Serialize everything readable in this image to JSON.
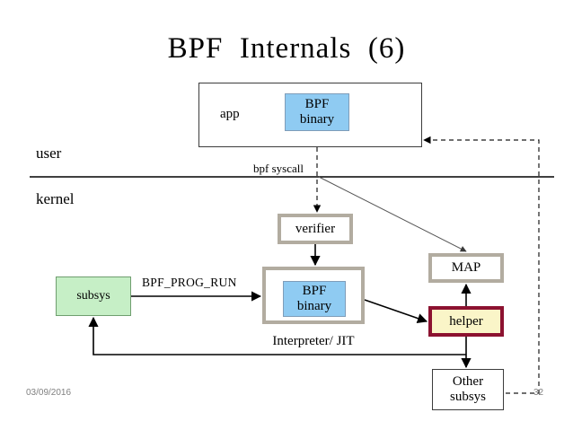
{
  "slide": {
    "title": "BPF  Internals  (6)",
    "footer_date": "03/09/2016",
    "page_number": "32"
  },
  "zones": {
    "user_label": "user",
    "kernel_label": "kernel"
  },
  "boxes": {
    "app": {
      "label": "app"
    },
    "app_bpf_binary": {
      "line1": "BPF",
      "line2": "binary",
      "fill": "#8fcbf2"
    },
    "verifier": {
      "label": "verifier",
      "border": "#b2aca0"
    },
    "interpreter_jit": {
      "caption": "Interpreter/ JIT",
      "border": "#b2aca0"
    },
    "jit_bpf_binary": {
      "line1": "BPF",
      "line2": "binary",
      "fill": "#8fcbf2"
    },
    "subsys": {
      "label": "subsys",
      "fill": "#c6efc6"
    },
    "map": {
      "label": "MAP",
      "border": "#b2aca0"
    },
    "helper": {
      "label": "helper",
      "fill": "#faf5c8",
      "border": "#8c1230"
    },
    "other_subsys": {
      "line1": "Other",
      "line2": "subsys"
    }
  },
  "edges": {
    "bpf_syscall": "bpf syscall",
    "bpf_prog_run": "BPF_PROG_RUN"
  }
}
